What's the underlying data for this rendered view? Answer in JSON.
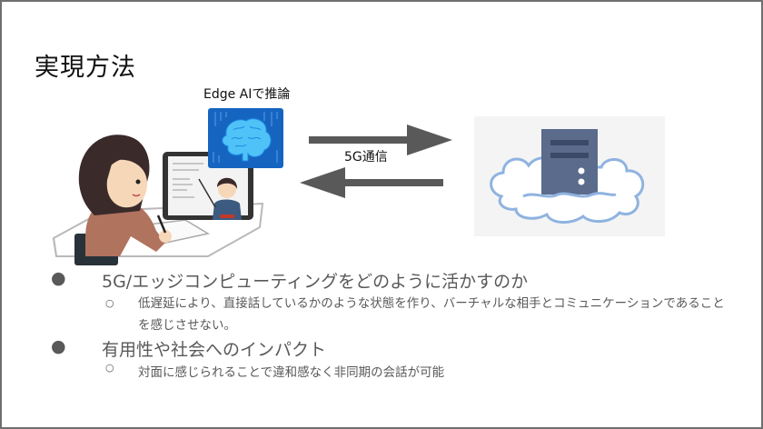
{
  "slide": {
    "title": "実現方法",
    "diagram": {
      "edge_ai_label": "Edge AIで推論",
      "communication_label": "5G通信",
      "colors": {
        "arrow": "#595959",
        "brain_bg": "#1565c0",
        "brain": "#4fc3f7",
        "server": "#5a6b8c",
        "cloud_outline": "#8fb3e0"
      }
    },
    "bullets": [
      {
        "text": "5G/エッジコンピューティングをどのように活かすのか",
        "sub": "低遅延により、直接話しているかのような状態を作り、バーチャルな相手とコミュニケーションであることを感じさせない。"
      },
      {
        "text": "有用性や社会へのインパクト",
        "sub": "対面に感じられることで違和感なく非同期の会話が可能"
      }
    ],
    "bullet_symbol": "●",
    "sub_bullet_symbol": "○"
  }
}
